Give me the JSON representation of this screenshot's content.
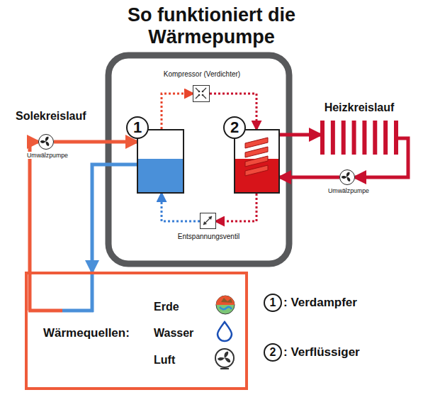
{
  "diagram": {
    "title": "So funktioniert die Wärmepumpe",
    "nodes": [
      {
        "text": [
          "Kompressor (Verdichter)"
        ]
      },
      {
        "text": [
          "1"
        ]
      },
      {
        "text": [
          "2"
        ]
      },
      {
        "text": [
          "Heizkreislauf"
        ]
      },
      {
        "text": [
          "Umwälzpumpe"
        ]
      },
      {
        "text": [
          "Umwälzpumpe"
        ]
      },
      {
        "text": [
          "Entspannungsventil"
        ]
      },
      {
        "text": [
          "Wärmequellen:",
          "Erde",
          "Wasser",
          "Luft"
        ]
      }
    ],
    "edges": [
      {
        "from": 1,
        "to": 0,
        "arrow": "to"
      },
      {
        "from": 0,
        "to": 2,
        "arrow": "to"
      },
      {
        "from": 2,
        "to": 6,
        "arrow": "to"
      },
      {
        "from": 6,
        "to": 1,
        "arrow": "to"
      },
      {
        "from": 2,
        "to": 3,
        "arrow": "to"
      },
      {
        "from": 3,
        "to": 5,
        "arrow": "to"
      },
      {
        "from": 5,
        "to": 2,
        "arrow": "to"
      },
      {
        "from": 7,
        "to": 4,
        "arrow": "to"
      },
      {
        "from": 4,
        "to": 1,
        "arrow": "to"
      },
      {
        "from": 1,
        "to": 7,
        "arrow": "to"
      }
    ],
    "labels": [
      "Solekreislauf",
      "1",
      ": Verdampfer",
      "2",
      ": Verflüssiger"
    ]
  }
}
